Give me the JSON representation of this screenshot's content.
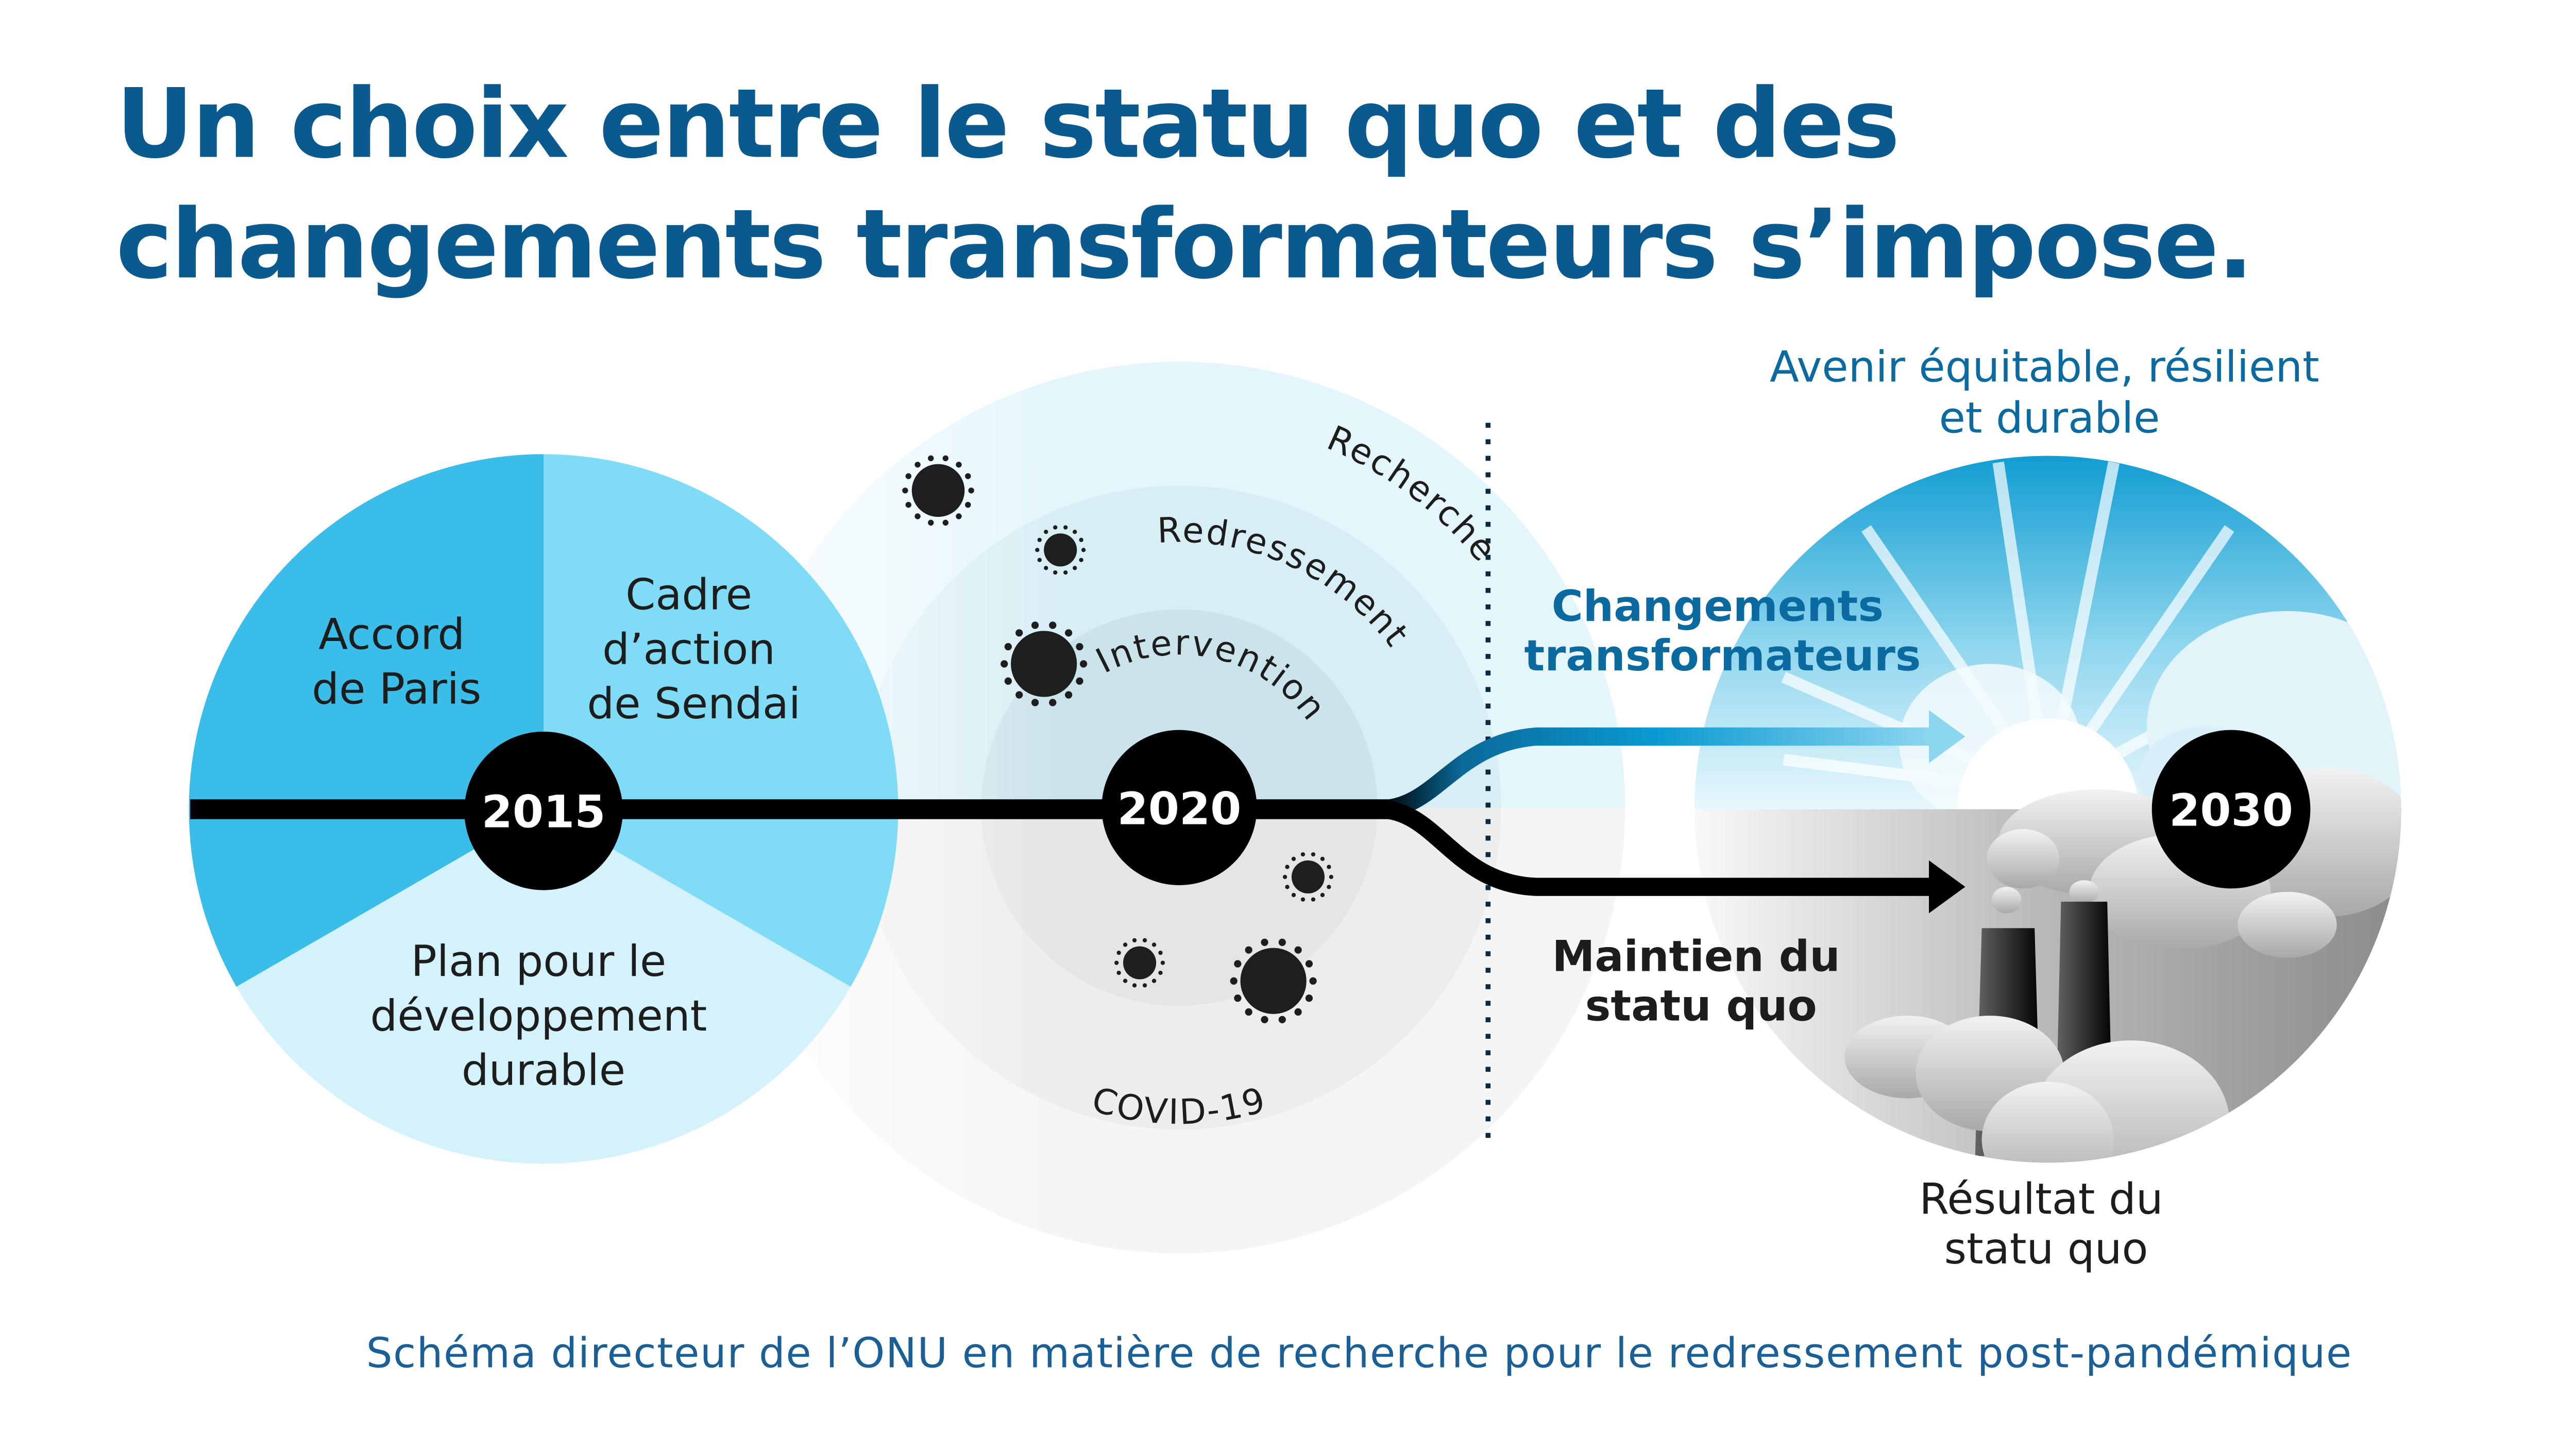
{
  "title": {
    "line1": "Un choix entre le statu quo et des",
    "line2": "changements transformateurs s’impose."
  },
  "pie": {
    "slices": [
      {
        "line1": "Accord",
        "line2": "de Paris",
        "color": "#3bbde9"
      },
      {
        "line1": "Cadre",
        "line2": "d’action",
        "line3": "de Sendai",
        "color": "#80dcf6"
      },
      {
        "line1": "Plan pour le",
        "line2": "développement",
        "line3": "durable",
        "color": "#d4f2fb"
      }
    ]
  },
  "timeline": {
    "years": [
      "2015",
      "2020",
      "2030"
    ]
  },
  "response_layers": [
    "Recherche",
    "Redressement",
    "Intervention"
  ],
  "crisis_label": "COVID-19",
  "paths": {
    "transform": {
      "line1": "Changements",
      "line2": "transformateurs",
      "color": "#0b6a9f"
    },
    "status_quo": {
      "line1": "Maintien du",
      "line2": "statu quo",
      "color": "#000000"
    }
  },
  "outcomes": {
    "future": {
      "line1": "Avenir équitable, résilient",
      "line2": "et durable"
    },
    "status_quo": {
      "line1": "Résultat du",
      "line2": "statu quo"
    }
  },
  "footer": "Schéma directeur de l’ONU en matière de recherche pour le redressement post-pandémique",
  "colors": {
    "brand": "#0b5a8f",
    "accent": "#0b6a9f"
  }
}
